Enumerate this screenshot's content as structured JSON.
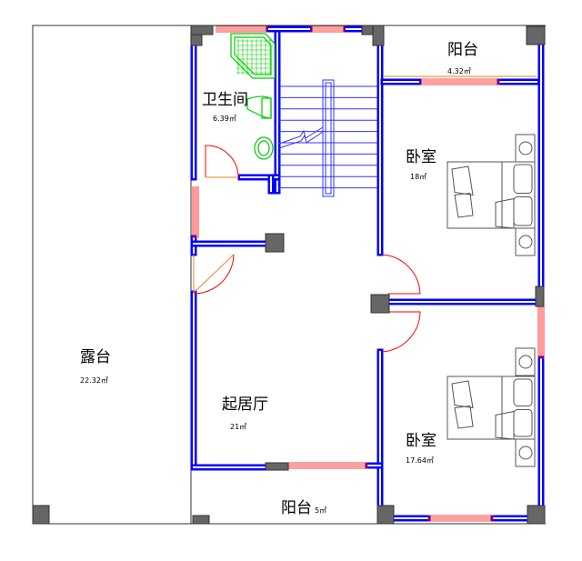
{
  "colors": {
    "wall": "#0000ff",
    "window": "#ff0000",
    "pillar": "#666666",
    "fixture": "#00cc00",
    "furniture": "#555555",
    "door": "#ff0000"
  },
  "rooms": [
    {
      "id": "bathroom",
      "name": "卫生间",
      "area": "6.39㎡"
    },
    {
      "id": "balcony-top",
      "name": "阳台",
      "area": "4.32㎡"
    },
    {
      "id": "bedroom-1",
      "name": "卧室",
      "area": "18㎡"
    },
    {
      "id": "terrace",
      "name": "露台",
      "area": "22.32㎡"
    },
    {
      "id": "living",
      "name": "起居厅",
      "area": "21㎡"
    },
    {
      "id": "bedroom-2",
      "name": "卧室",
      "area": "17.64㎡"
    },
    {
      "id": "balcony-bottom",
      "name": "阳台",
      "area": "5㎡"
    }
  ]
}
